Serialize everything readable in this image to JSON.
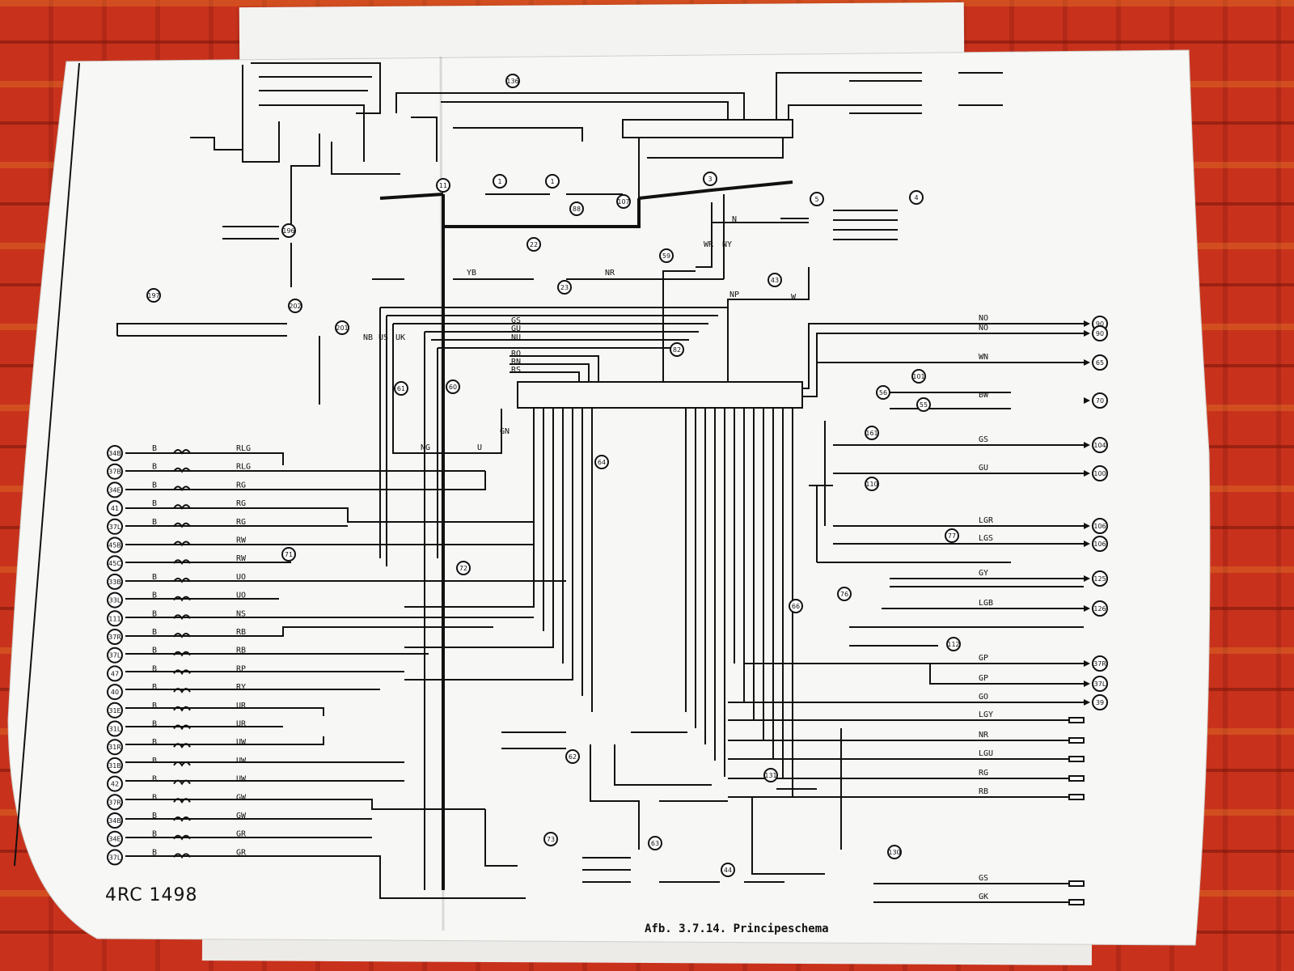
{
  "drawing_number": "4RC 1498",
  "caption": "Afb. 3.7.14. Principeschema",
  "left_connectors": [
    {
      "ref": "34B",
      "lead": "B",
      "wire": "RLG"
    },
    {
      "ref": "37B",
      "lead": "B",
      "wire": "RLG"
    },
    {
      "ref": "34E",
      "lead": "B",
      "wire": "RG"
    },
    {
      "ref": "41",
      "lead": "B",
      "wire": "RG"
    },
    {
      "ref": "37L",
      "lead": "B",
      "wire": "RG"
    },
    {
      "ref": "45B",
      "lead": "",
      "wire": "RW"
    },
    {
      "ref": "45C",
      "lead": "",
      "wire": "RW"
    },
    {
      "ref": "33B",
      "lead": "B",
      "wire": "UO"
    },
    {
      "ref": "33L",
      "lead": "B",
      "wire": "UO"
    },
    {
      "ref": "111",
      "lead": "B",
      "wire": "NS"
    },
    {
      "ref": "37R",
      "lead": "B",
      "wire": "RB"
    },
    {
      "ref": "37L",
      "lead": "B",
      "wire": "RB"
    },
    {
      "ref": "47",
      "lead": "B",
      "wire": "RP"
    },
    {
      "ref": "40",
      "lead": "B",
      "wire": "RY"
    },
    {
      "ref": "31E",
      "lead": "B",
      "wire": "UR"
    },
    {
      "ref": "31L",
      "lead": "B",
      "wire": "UR"
    },
    {
      "ref": "31R",
      "lead": "B",
      "wire": "UW"
    },
    {
      "ref": "31B",
      "lead": "B",
      "wire": "UW"
    },
    {
      "ref": "42",
      "lead": "B",
      "wire": "UW"
    },
    {
      "ref": "37R",
      "lead": "B",
      "wire": "GW"
    },
    {
      "ref": "34B",
      "lead": "B",
      "wire": "GW"
    },
    {
      "ref": "34E",
      "lead": "B",
      "wire": "GR"
    },
    {
      "ref": "37L",
      "lead": "B",
      "wire": "GR"
    }
  ],
  "right_connectors": [
    {
      "ref": "90",
      "wire": "NO"
    },
    {
      "ref": "90",
      "wire": "NO"
    },
    {
      "ref": "65",
      "wire": "WN"
    },
    {
      "ref": "70",
      "wire": "BW"
    },
    {
      "ref": "104",
      "wire": "GS"
    },
    {
      "ref": "100",
      "wire": "GU"
    },
    {
      "ref": "106",
      "wire": "LGR"
    },
    {
      "ref": "106",
      "wire": "LGS"
    },
    {
      "ref": "125",
      "wire": "GY"
    },
    {
      "ref": "126",
      "wire": "LGB"
    },
    {
      "ref": "37R",
      "wire": "GP"
    },
    {
      "ref": "37L",
      "wire": "GP"
    },
    {
      "ref": "39",
      "wire": "GO"
    }
  ],
  "bottom_right_leads": [
    "LGY",
    "NR",
    "LGU",
    "RG",
    "RB",
    "GS",
    "GK"
  ],
  "components": [
    {
      "ref": "1"
    },
    {
      "ref": "1"
    },
    {
      "ref": "3"
    },
    {
      "ref": "4"
    },
    {
      "ref": "5"
    },
    {
      "ref": "11"
    },
    {
      "ref": "22"
    },
    {
      "ref": "23"
    },
    {
      "ref": "43"
    },
    {
      "ref": "44"
    },
    {
      "ref": "55"
    },
    {
      "ref": "56"
    },
    {
      "ref": "59"
    },
    {
      "ref": "60"
    },
    {
      "ref": "61"
    },
    {
      "ref": "62"
    },
    {
      "ref": "63"
    },
    {
      "ref": "64"
    },
    {
      "ref": "66"
    },
    {
      "ref": "71"
    },
    {
      "ref": "72"
    },
    {
      "ref": "73"
    },
    {
      "ref": "76"
    },
    {
      "ref": "77"
    },
    {
      "ref": "82"
    },
    {
      "ref": "88"
    },
    {
      "ref": "101"
    },
    {
      "ref": "107"
    },
    {
      "ref": "110"
    },
    {
      "ref": "112"
    },
    {
      "ref": "130"
    },
    {
      "ref": "131"
    },
    {
      "ref": "136"
    },
    {
      "ref": "161"
    },
    {
      "ref": "196"
    },
    {
      "ref": "197"
    },
    {
      "ref": "201"
    },
    {
      "ref": "202"
    }
  ],
  "top_wire_labels": [
    "NB",
    "US",
    "UK",
    "GS",
    "GU",
    "NU",
    "RO",
    "RN",
    "RS",
    "YB",
    "NR",
    "N",
    "WR",
    "NY",
    "W",
    "NP",
    "GN",
    "U",
    "NG"
  ]
}
